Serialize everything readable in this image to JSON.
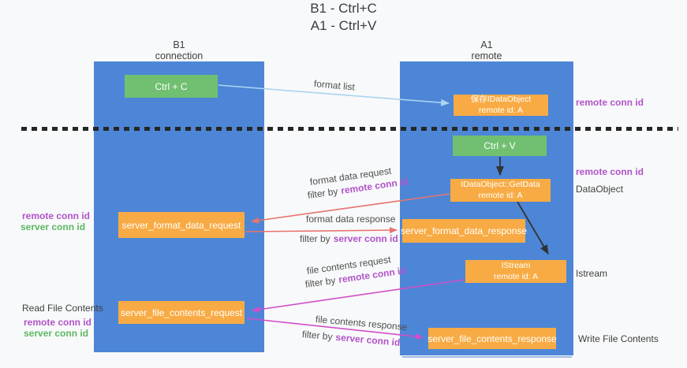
{
  "title": {
    "line1": "B1 - Ctrl+C",
    "line2": "A1 - Ctrl+V"
  },
  "lanes": {
    "left": {
      "title": "B1",
      "subtitle": "connection"
    },
    "right": {
      "title": "A1",
      "subtitle": "remote"
    }
  },
  "nodes": {
    "ctrl_c": {
      "label": "Ctrl + C"
    },
    "ctrl_v": {
      "label": "Ctrl + V"
    },
    "save_dataobject": {
      "line1": "保存IDataObject",
      "line2": "remote id: A"
    },
    "getdata": {
      "line1": "IDataObject::GetData",
      "line2": "remote id: A"
    },
    "istream": {
      "line1": "IStream",
      "line2": "remote id: A"
    },
    "format_request": {
      "label": "server_format_data_request"
    },
    "format_response": {
      "label": "server_format_data_response"
    },
    "file_request": {
      "label": "server_file_contents_request"
    },
    "file_response": {
      "label": "server_file_contents_response"
    }
  },
  "edge_labels": {
    "format_list": "format list",
    "format_data_request": {
      "text": "format data request",
      "filter_prefix": "filter by",
      "filter_key": "remote conn id"
    },
    "format_data_response": {
      "text": "format data response",
      "filter_prefix": "filter by",
      "filter_key": "server conn id"
    },
    "file_contents_request": {
      "text": "file contents request",
      "filter_prefix": "filter by",
      "filter_key": "remote conn id"
    },
    "file_contents_response": {
      "text": "file contents response",
      "filter_prefix": "filter by",
      "filter_key": "server conn id"
    }
  },
  "side_labels": {
    "remote_conn_id_top": "remote conn id",
    "remote_conn_id_mid": "remote conn id",
    "dataobject": "DataObject",
    "istream": "Istream",
    "write_file_contents": "Write File Contents",
    "read_file_contents": "Read File Contents",
    "left_remote_conn_id_1": "remote conn id",
    "left_server_conn_id_1": "server conn id",
    "left_remote_conn_id_2": "remote conn id",
    "left_server_conn_id_2": "server conn id"
  },
  "colors": {
    "lane_blue": "#4d86d6",
    "node_orange": "#f8ab44",
    "node_green": "#71c071",
    "arrow_red": "#e8736f",
    "arrow_magenta": "#cf4fc9",
    "arrow_light_blue": "#a9d5ef",
    "arrow_black": "#333333",
    "text_purple": "#b153c9",
    "text_green": "#5cb862"
  }
}
